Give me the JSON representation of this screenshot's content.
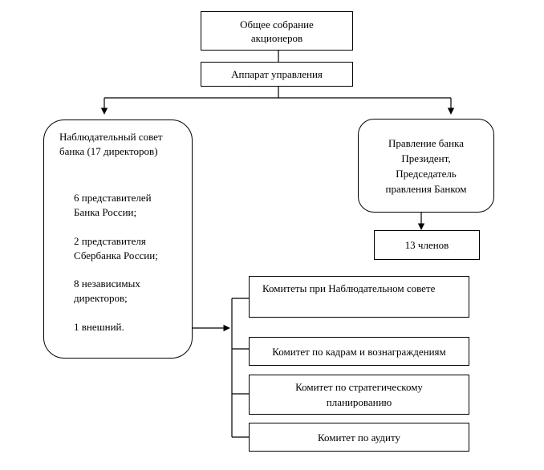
{
  "nodes": {
    "meeting": "Общее собрание\nакционеров",
    "apparatus": "Аппарат управления",
    "supervisory_board": {
      "title": "Наблюдательный совет\nбанка (17 директоров)",
      "items": [
        "6 представителей\nБанка России;",
        "2 представителя\nСбербанка  России;",
        "8 независимых\nдиректоров;",
        "1 внешний."
      ]
    },
    "management_board": "Правление банка\nПрезидент,\nПредседатель\nправления Банком",
    "members": "13 членов",
    "committees": [
      "Комитеты при Наблюдательном совете",
      "Комитет по кадрам и вознаграждениям",
      "Комитет по стратегическому\nпланированию",
      "Комитет по аудиту"
    ]
  }
}
